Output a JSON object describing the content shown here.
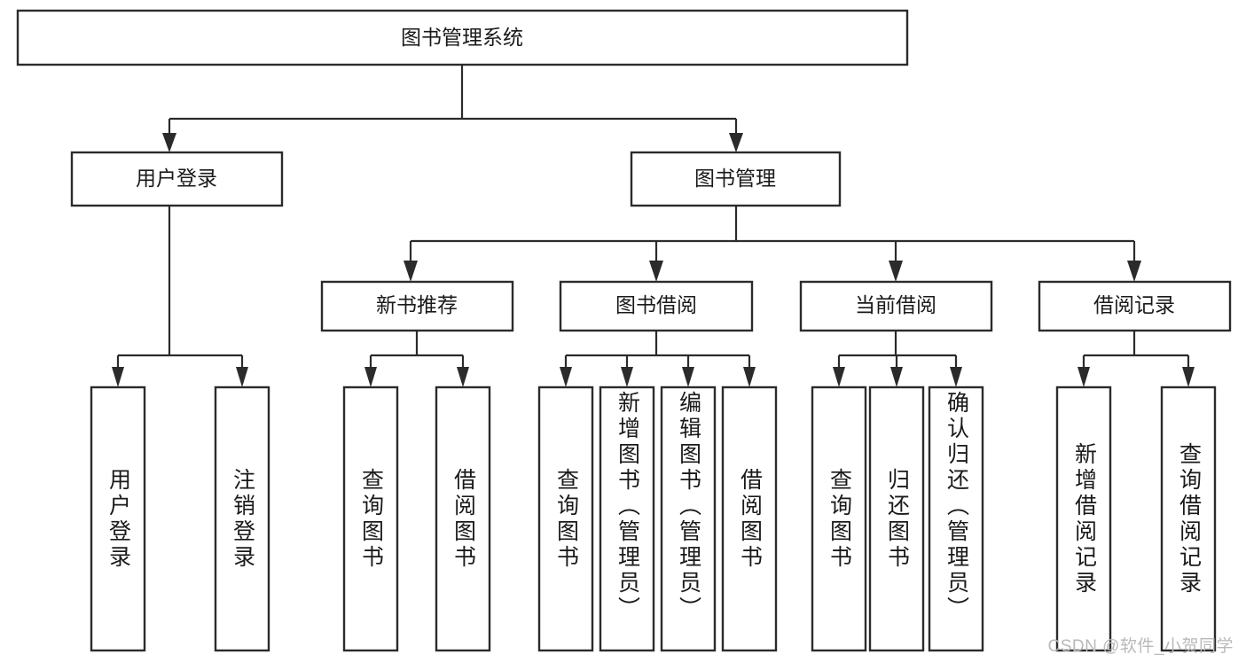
{
  "diagram": {
    "type": "tree",
    "title": "图书管理系统",
    "root": {
      "label": "图书管理系统"
    },
    "level2": [
      {
        "label": "用户登录"
      },
      {
        "label": "图书管理"
      }
    ],
    "level3": [
      {
        "label": "新书推荐"
      },
      {
        "label": "图书借阅"
      },
      {
        "label": "当前借阅"
      },
      {
        "label": "借阅记录"
      }
    ],
    "leaves": {
      "user_login": [
        {
          "label": "用户登录"
        },
        {
          "label": "注销登录"
        }
      ],
      "new_book_recommend": [
        {
          "label": "查询图书"
        },
        {
          "label": "借阅图书"
        }
      ],
      "book_borrow": [
        {
          "label": "查询图书"
        },
        {
          "label": "新增图书（管理员）"
        },
        {
          "label": "编辑图书（管理员）"
        },
        {
          "label": "借阅图书"
        }
      ],
      "current_borrow": [
        {
          "label": "查询图书"
        },
        {
          "label": "归还图书"
        },
        {
          "label": "确认归还（管理员）"
        }
      ],
      "borrow_record": [
        {
          "label": "新增借阅记录"
        },
        {
          "label": "查询借阅记录"
        }
      ]
    },
    "watermark": "CSDN @软件_小贺同学",
    "colors": {
      "box_stroke": "#2b2b2b",
      "box_fill": "#ffffff",
      "text": "#1a1a1a",
      "watermark": "#b9b9b9",
      "background": "#ffffff"
    }
  }
}
